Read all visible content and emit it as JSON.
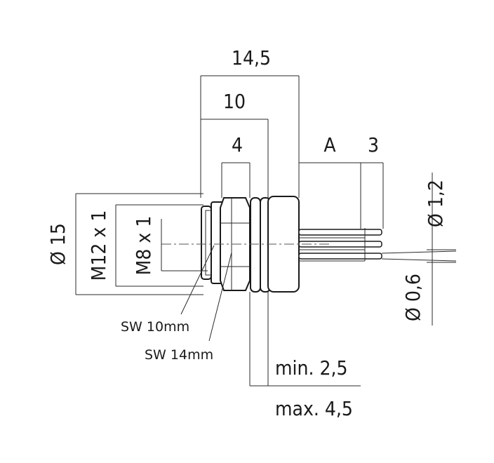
{
  "dimensions": {
    "total_length": "14,5",
    "body_length": "10",
    "hex_width": "4",
    "a_length": "A",
    "pin_length": "3",
    "diameter_body": "Ø 15",
    "thread_large": "M12 x 1",
    "thread_small": "M8 x 1",
    "pin_diameter_large": "Ø 1,2",
    "pin_diameter_small": "Ø 0,6",
    "panel_min": "min. 2,5",
    "panel_max": "max. 4,5"
  },
  "labels": {
    "wrench_small": "SW 10mm",
    "wrench_large": "SW 14mm"
  },
  "colors": {
    "line": "#1a1a1a",
    "background": "#ffffff"
  }
}
